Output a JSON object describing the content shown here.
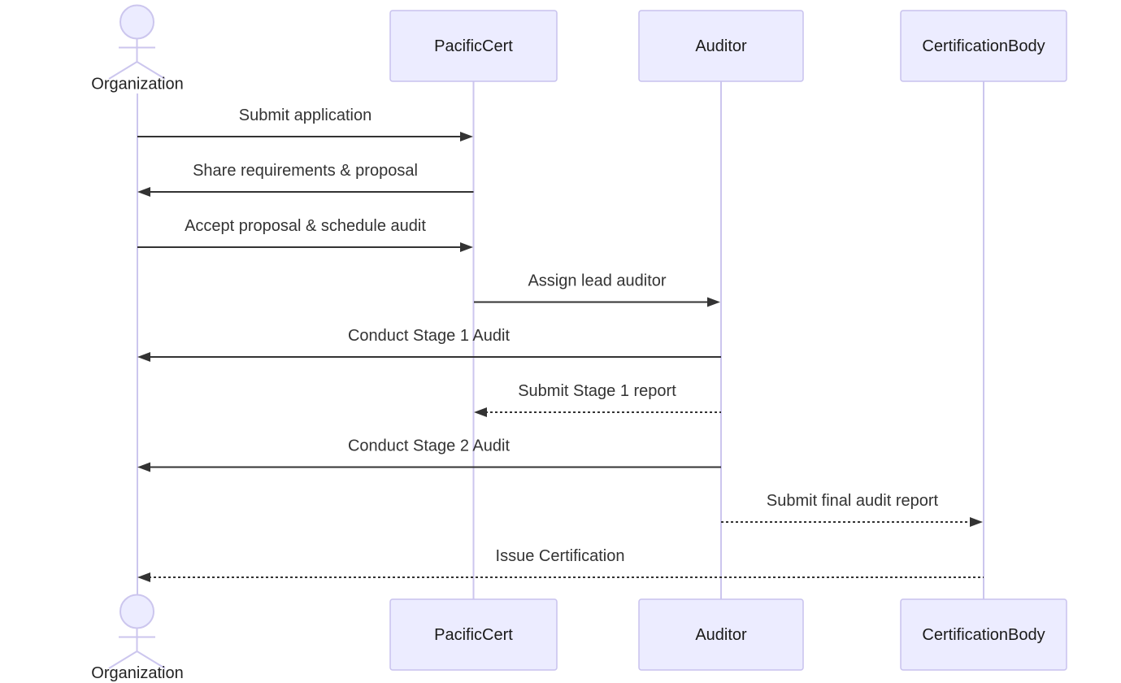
{
  "diagram_type": "sequence",
  "participants": [
    {
      "name": "Organization",
      "kind": "actor"
    },
    {
      "name": "PacificCert",
      "kind": "participant"
    },
    {
      "name": "Auditor",
      "kind": "participant"
    },
    {
      "name": "CertificationBody",
      "kind": "participant"
    }
  ],
  "messages": [
    {
      "from": "Organization",
      "to": "PacificCert",
      "label": "Submit application",
      "line": "solid"
    },
    {
      "from": "PacificCert",
      "to": "Organization",
      "label": "Share requirements & proposal",
      "line": "solid"
    },
    {
      "from": "Organization",
      "to": "PacificCert",
      "label": "Accept proposal & schedule audit",
      "line": "solid"
    },
    {
      "from": "PacificCert",
      "to": "Auditor",
      "label": "Assign lead auditor",
      "line": "solid"
    },
    {
      "from": "Auditor",
      "to": "Organization",
      "label": "Conduct Stage 1 Audit",
      "line": "solid"
    },
    {
      "from": "Auditor",
      "to": "PacificCert",
      "label": "Submit Stage 1 report",
      "line": "dashed"
    },
    {
      "from": "Auditor",
      "to": "Organization",
      "label": "Conduct Stage 2 Audit",
      "line": "solid"
    },
    {
      "from": "Auditor",
      "to": "CertificationBody",
      "label": "Submit final audit report",
      "line": "dashed"
    },
    {
      "from": "CertificationBody",
      "to": "Organization",
      "label": "Issue Certification",
      "line": "dashed"
    }
  ],
  "colors": {
    "participant_fill": "#ECECFF",
    "participant_border": "#c8c2ee",
    "lifeline": "#ccc6ee",
    "message": "#333333",
    "background": "#ffffff"
  }
}
